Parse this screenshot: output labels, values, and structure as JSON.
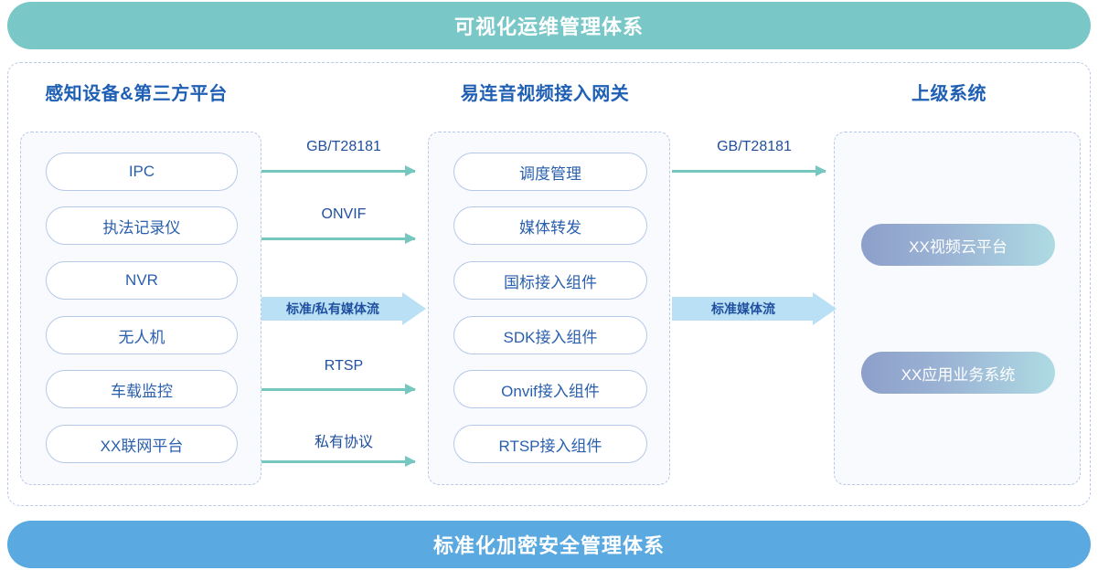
{
  "banners": {
    "top": "可视化运维管理体系",
    "bottom": "标准化加密安全管理体系",
    "top_color": "#7ac7c7",
    "bottom_color": "#5aa9e0"
  },
  "columns": {
    "left": {
      "title": "感知设备&第三方平台",
      "items": [
        {
          "label": "IPC"
        },
        {
          "label": "执法记录仪"
        },
        {
          "label": "NVR"
        },
        {
          "label": "无人机"
        },
        {
          "label": "车载监控"
        },
        {
          "label": "XX联网平台"
        }
      ]
    },
    "middle": {
      "title": "易连音视频接入网关",
      "items": [
        {
          "label": "调度管理"
        },
        {
          "label": "媒体转发"
        },
        {
          "label": "国标接入组件"
        },
        {
          "label": "SDK接入组件"
        },
        {
          "label": "Onvif接入组件"
        },
        {
          "label": "RTSP接入组件"
        }
      ]
    },
    "right": {
      "title": "上级系统",
      "items": [
        {
          "label": "XX视频云平台"
        },
        {
          "label": "XX应用业务系统"
        }
      ]
    }
  },
  "connectors": {
    "left_to_middle": [
      {
        "label": "GB/T28181",
        "type": "thin"
      },
      {
        "label": "ONVIF",
        "type": "thin"
      },
      {
        "label": "标准/私有媒体流",
        "type": "block"
      },
      {
        "label": "RTSP",
        "type": "thin"
      },
      {
        "label": "私有协议",
        "type": "thin"
      }
    ],
    "middle_to_right": [
      {
        "label": "GB/T28181",
        "type": "thin"
      },
      {
        "label": "标准媒体流",
        "type": "block"
      }
    ]
  },
  "theme": {
    "title_blue": "#1f5fb4",
    "pill_text": "#2a5fad",
    "arrow_teal": "#76c7bf",
    "block_arrow": "#b9e0f5",
    "dashed_border": "#b9c8e8"
  }
}
